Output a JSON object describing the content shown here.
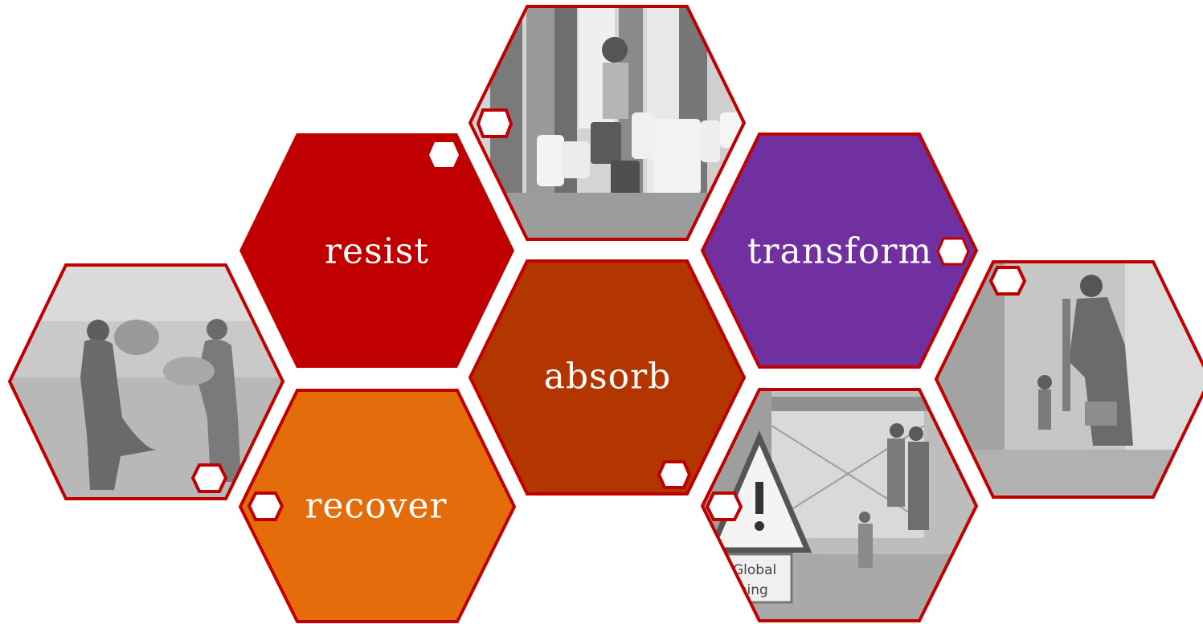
{
  "labels": {
    "resist": "resist",
    "absorb": "absorb",
    "recover": "recover",
    "transform": "transform"
  },
  "colors": {
    "resist": "#c00000",
    "absorb": "#b33600",
    "recover": "#e46c0a",
    "transform": "#7030a0",
    "outline": "#c00000",
    "photo_gray": "#bfbfbf"
  },
  "photos": {
    "top": "people with water containers icon",
    "left": "women carrying harvested crops icon",
    "bottom_right": "children beside flooded shack with warning sign icon",
    "far_right": "woman at water pump icon",
    "sign_text_1": "Global",
    "sign_text_2": "rning"
  }
}
